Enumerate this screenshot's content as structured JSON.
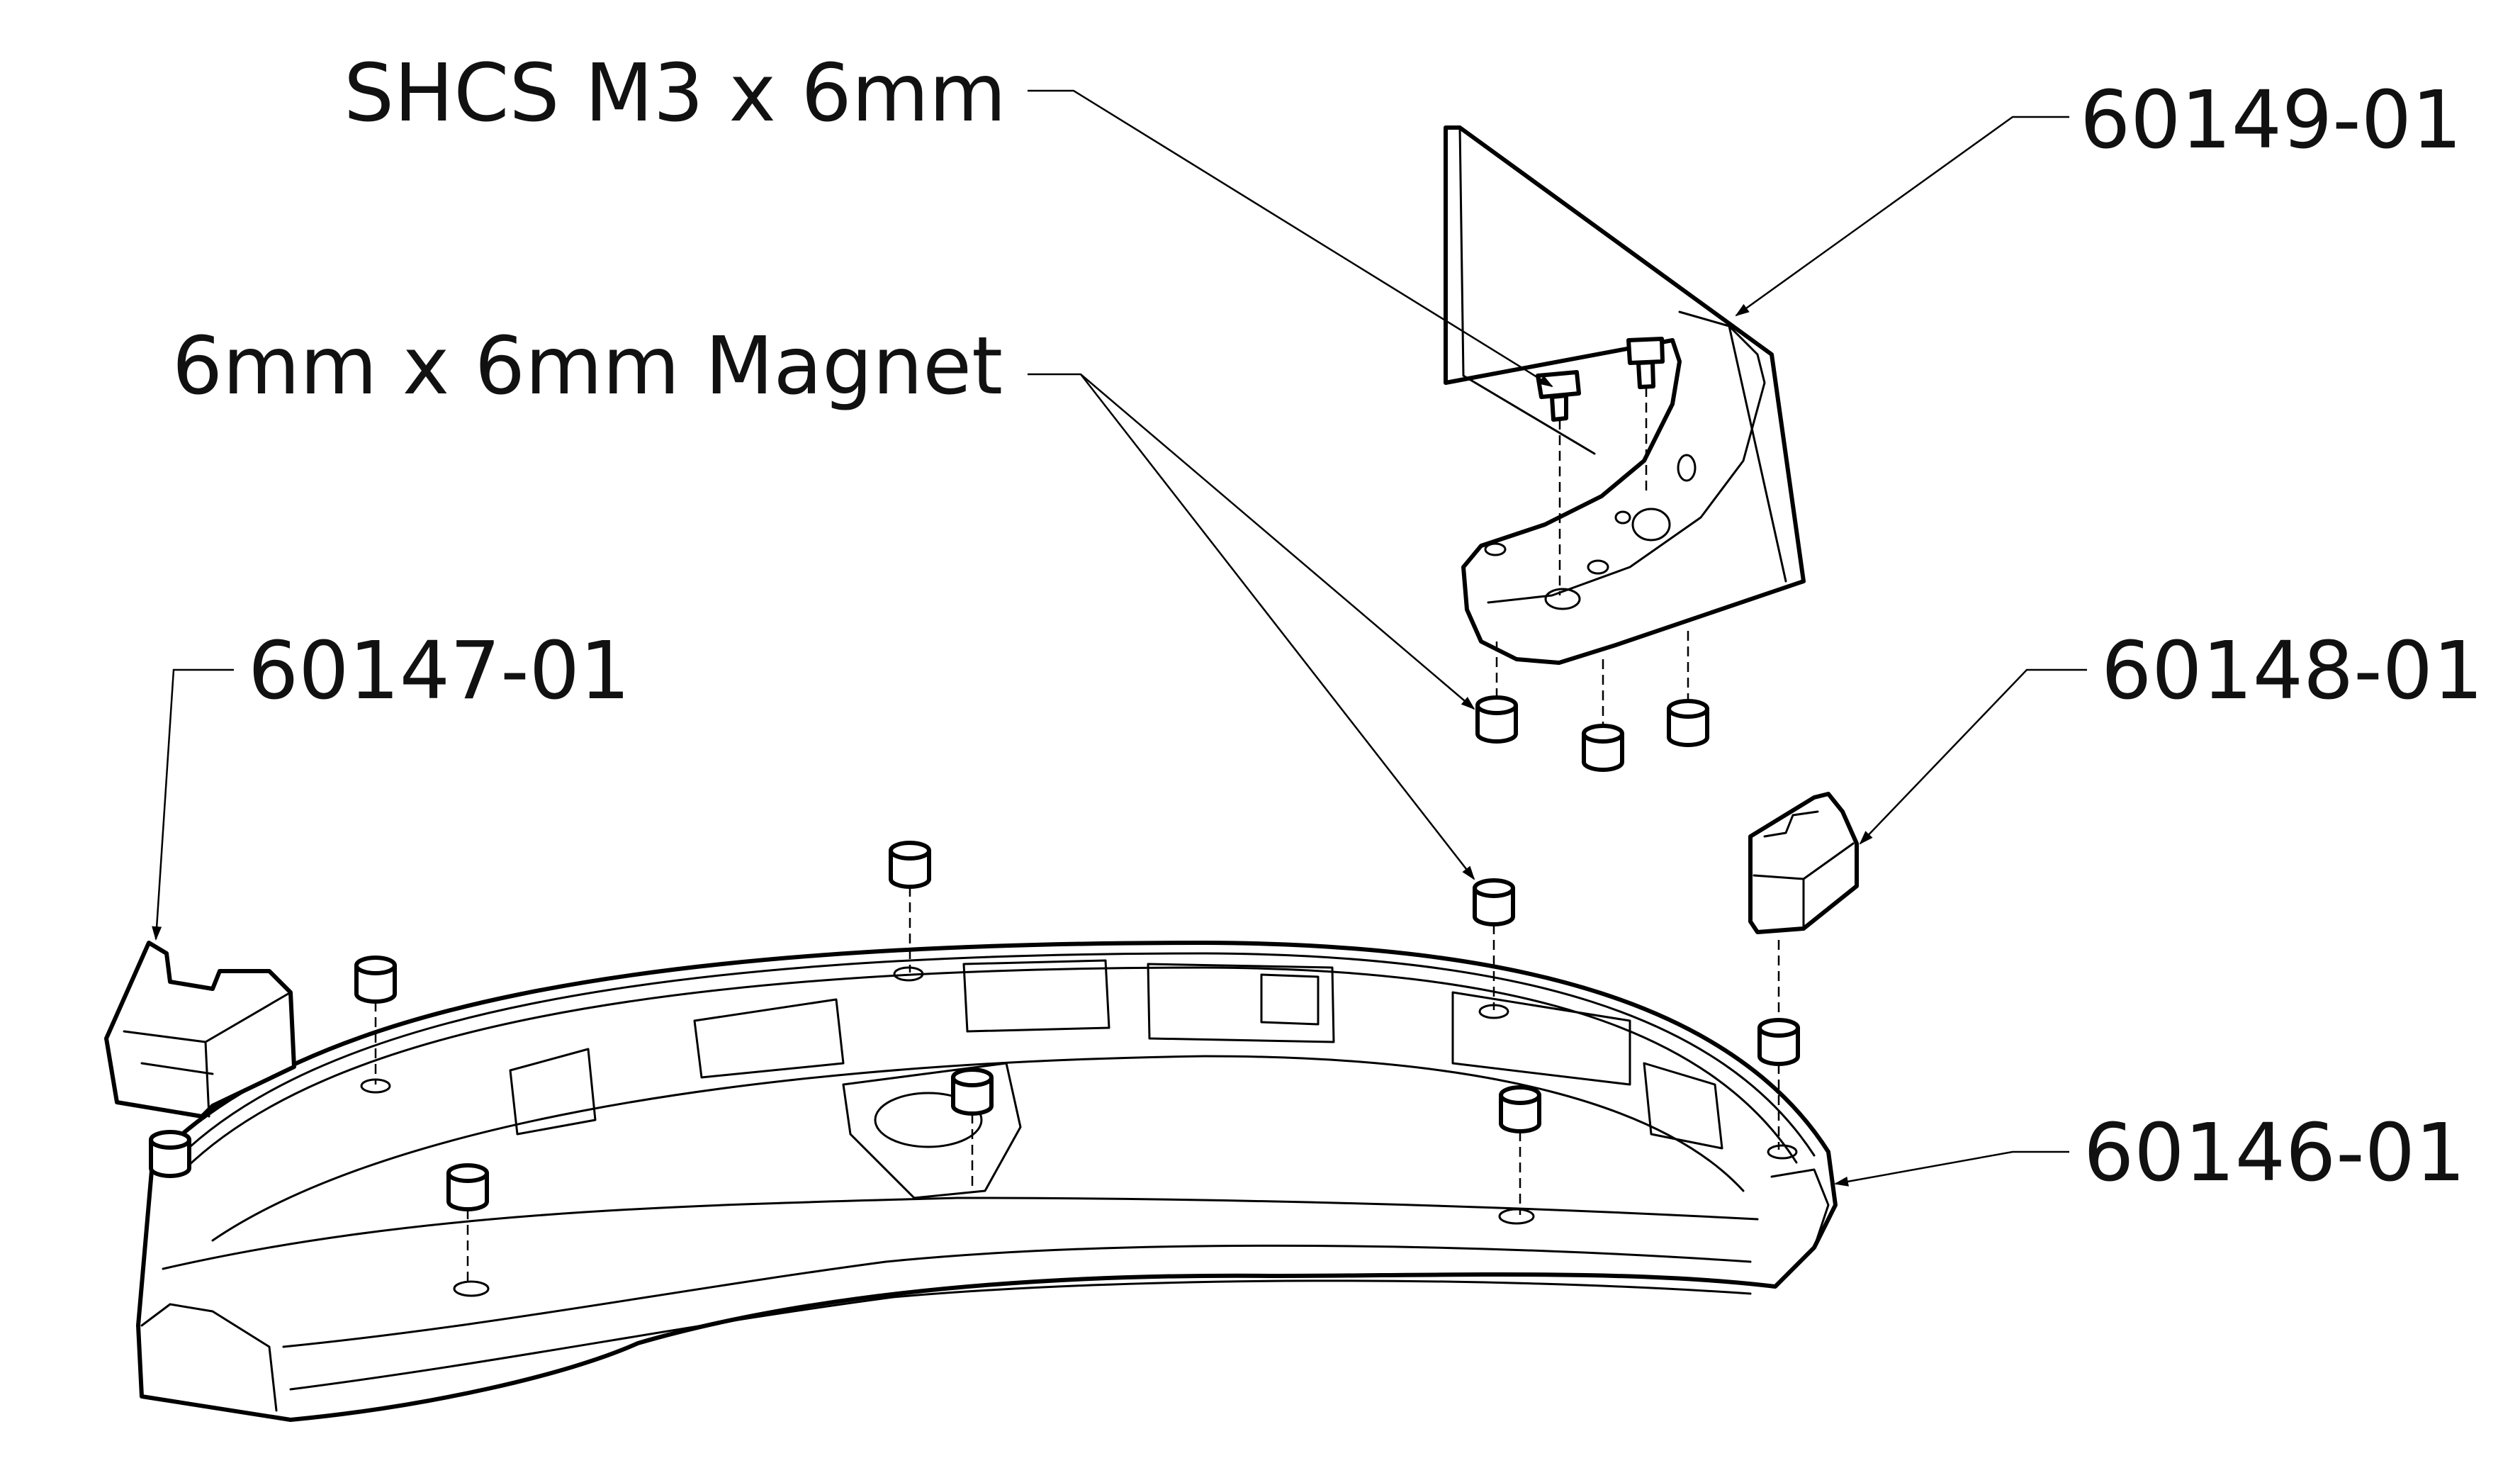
{
  "callouts": {
    "shcs": "SHCS M3 x 6mm",
    "magnet": "6mm x 6mm Magnet",
    "part_60149": "60149-01",
    "part_60147": "60147-01",
    "part_60148": "60148-01",
    "part_60146": "60146-01"
  },
  "colors": {
    "line": "#000000",
    "background": "#ffffff",
    "text": "#111111"
  }
}
